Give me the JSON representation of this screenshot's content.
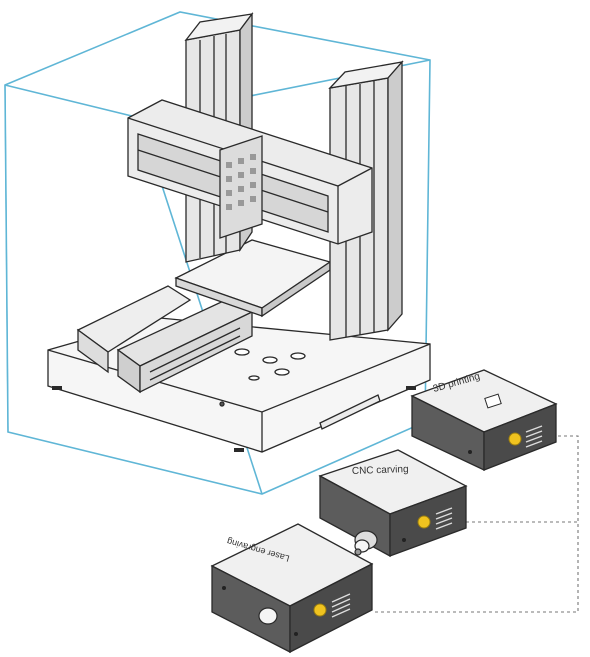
{
  "modules": [
    {
      "label": "3D printing",
      "icon": "extruder-nozzle-icon"
    },
    {
      "label": "CNC carving",
      "icon": "spindle-icon"
    },
    {
      "label": "Laser engraving",
      "icon": "laser-lens-icon"
    }
  ],
  "colors": {
    "enclosure": "#5fb6d6",
    "outline": "#2a2a2a",
    "frame_fill": "#e6e6e6",
    "module_body": "#5c5c5c",
    "module_top": "#f0f0f0",
    "indicator": "#f0c31f",
    "connector": "#777777"
  }
}
